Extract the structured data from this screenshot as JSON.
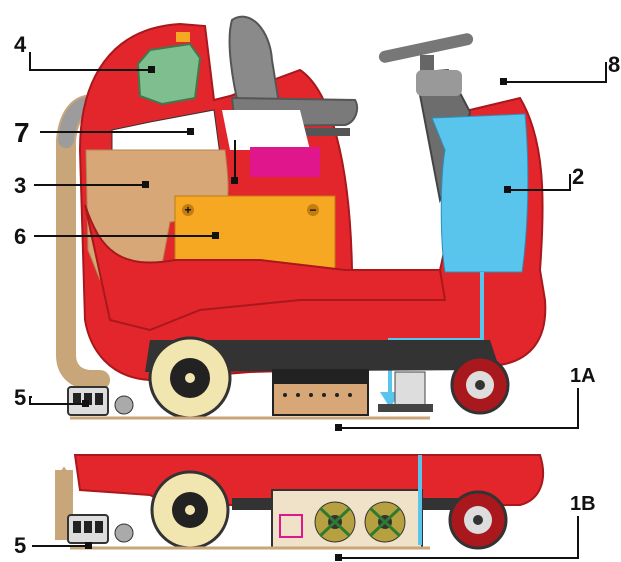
{
  "callouts": [
    {
      "id": "4",
      "text": "4"
    },
    {
      "id": "7",
      "text": "7"
    },
    {
      "id": "3",
      "text": "3"
    },
    {
      "id": "6",
      "text": "6"
    },
    {
      "id": "5a",
      "text": "5"
    },
    {
      "id": "8",
      "text": "8"
    },
    {
      "id": "2",
      "text": "2"
    },
    {
      "id": "1A",
      "text": "1A"
    },
    {
      "id": "1B",
      "text": "1B"
    },
    {
      "id": "5b",
      "text": "5"
    }
  ],
  "battery_symbols": {
    "plus": "+",
    "minus": "−"
  },
  "colors": {
    "body_red": "#e3262b",
    "dark_red": "#a8181c",
    "recovery_tan": "#d7a777",
    "battery_orange": "#f7a823",
    "solution_blue": "#59c4ec",
    "filter_green": "#7fbf8f",
    "magenta": "#e0168c",
    "tire_cream": "#f2e6b0",
    "seat_gray": "#8a8a8a",
    "dark": "#222222"
  },
  "icons": [
    "filter-icon",
    "seat-icon",
    "steering-wheel-icon",
    "brush-icon",
    "squeegee-icon",
    "wheel-icon"
  ]
}
